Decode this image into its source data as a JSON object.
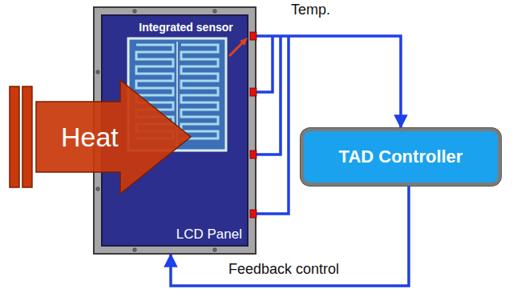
{
  "diagram": {
    "nodes": [
      {
        "text": [
          "LCD Panel"
        ]
      },
      {
        "text": [
          "Integrated sensor"
        ],
        "in": 0
      },
      {
        "text": [
          "Heat"
        ]
      },
      {
        "text": [
          "TAD Controller"
        ]
      }
    ],
    "edges": [
      {
        "from": 0,
        "to": 3,
        "label": "Temp.",
        "arrow": "to"
      },
      {
        "from": 3,
        "to": 0,
        "label": "Feedback control",
        "arrow": "to"
      }
    ]
  }
}
